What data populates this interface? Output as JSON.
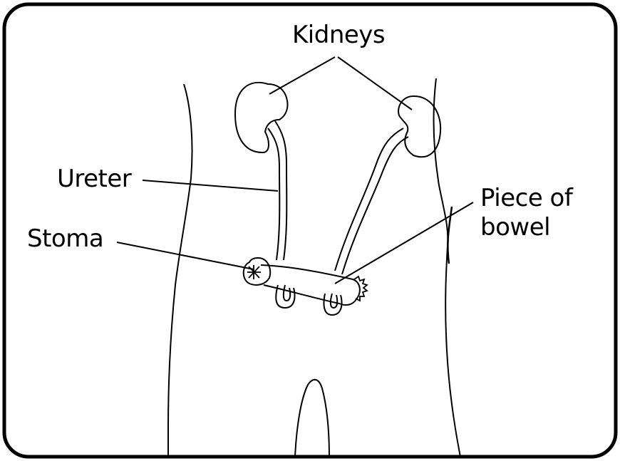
{
  "labels": {
    "kidneys": "Kidneys",
    "ureter": "Ureter",
    "stoma": "Stoma",
    "piece_of_bowel_line1": "Piece of",
    "piece_of_bowel_line2": "bowel"
  },
  "colors": {
    "stroke": "#000000",
    "background": "#ffffff"
  }
}
